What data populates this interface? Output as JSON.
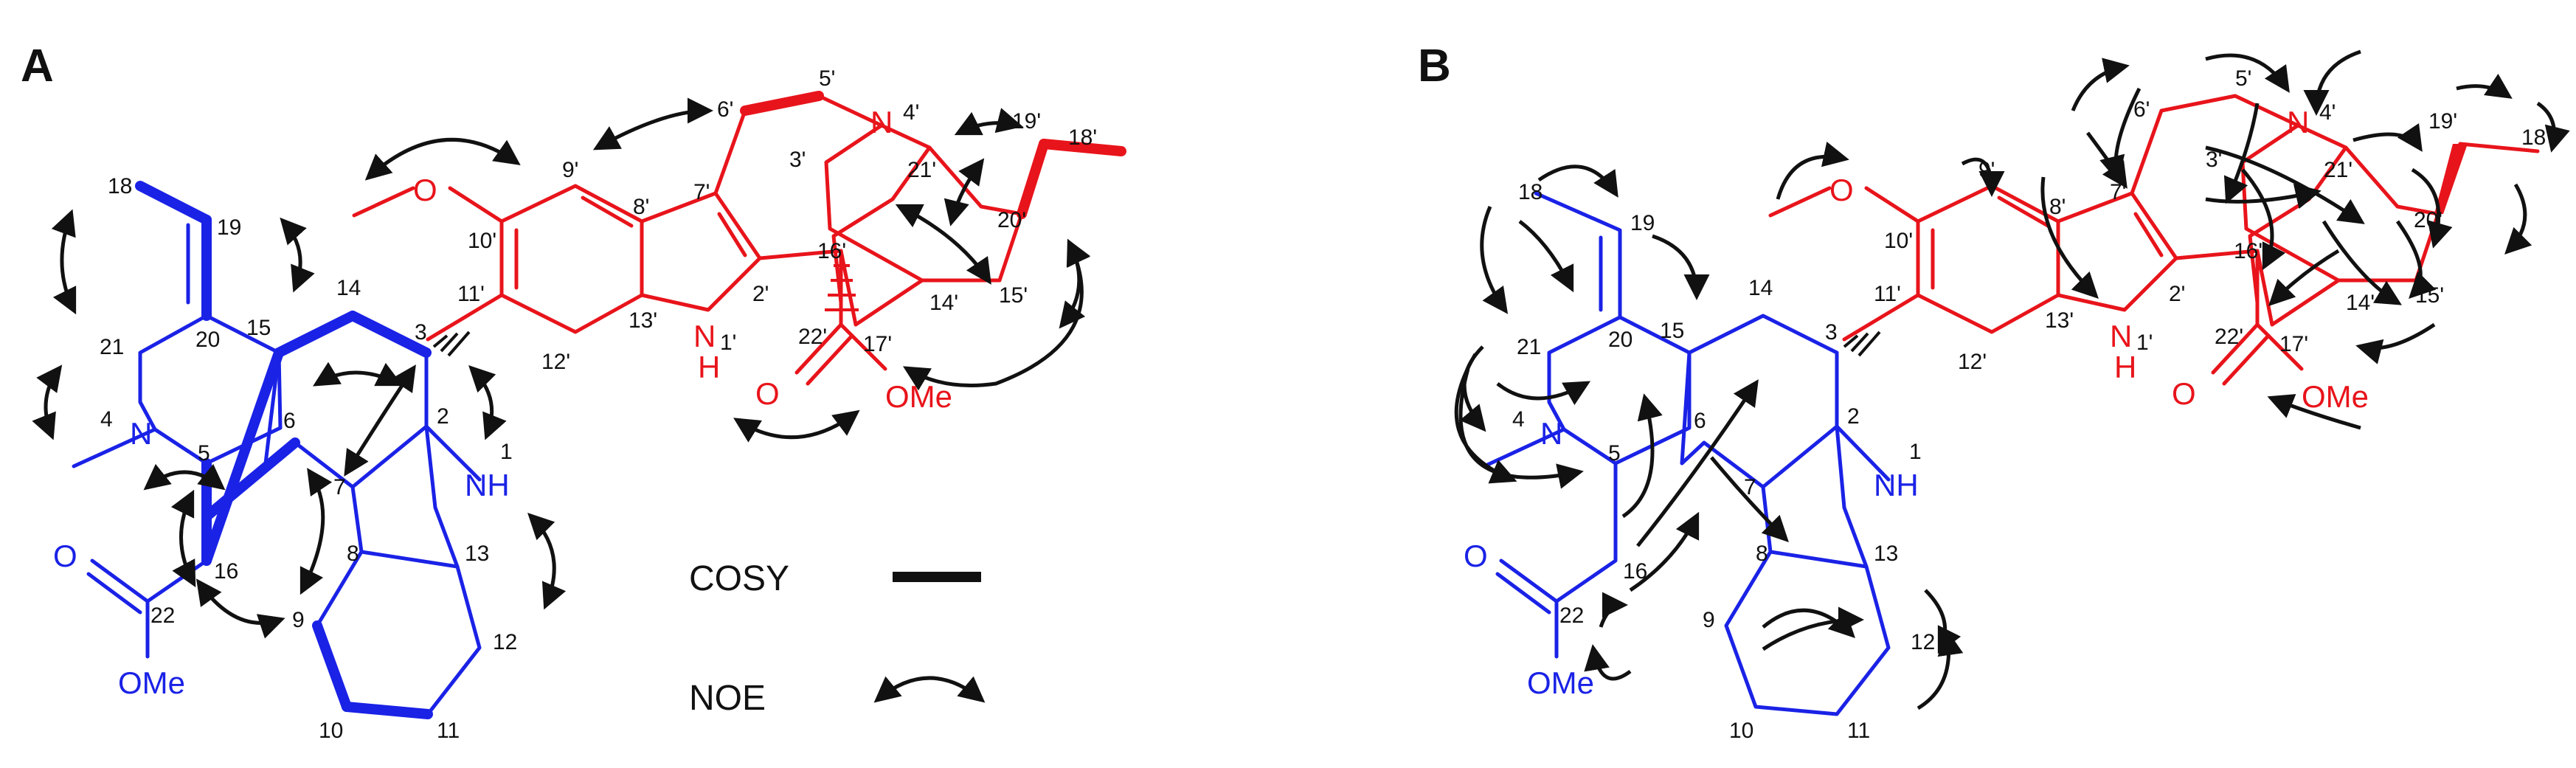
{
  "colors": {
    "blue": "#1a22e6",
    "red": "#e8141b",
    "black": "#111111"
  },
  "panels": {
    "A": {
      "letter": "A",
      "blue_atoms": {
        "nh": "NH",
        "n4": "N",
        "o_carbonyl": "O",
        "ome": "OMe"
      },
      "red_atoms": {
        "o_methoxy": "O",
        "n1p_top": "N",
        "n1p_bottom": "H",
        "n4p": "N",
        "o_carbonyl": "O",
        "ome": "OMe"
      },
      "blue_numbers": [
        "18",
        "19",
        "20",
        "21",
        "4",
        "5",
        "6",
        "14",
        "15",
        "3",
        "2",
        "1",
        "16",
        "7",
        "8",
        "9",
        "10",
        "11",
        "12",
        "13",
        "22"
      ],
      "red_numbers": [
        "10'",
        "11'",
        "12'",
        "13'",
        "9'",
        "8'",
        "7'",
        "6'",
        "5'",
        "4'",
        "3'",
        "2'",
        "1'",
        "16'",
        "21'",
        "20'",
        "19'",
        "18'",
        "14'",
        "15'",
        "17'",
        "22'"
      ]
    },
    "B": {
      "letter": "B",
      "blue_atoms": {
        "nh": "NH",
        "n4": "N",
        "o_carbonyl": "O",
        "ome": "OMe"
      },
      "red_atoms": {
        "o_methoxy": "O",
        "n1p_top": "N",
        "n1p_bottom": "H",
        "n4p": "N",
        "o_carbonyl": "O",
        "ome": "OMe"
      },
      "blue_numbers": [
        "18",
        "19",
        "20",
        "21",
        "4",
        "5",
        "6",
        "14",
        "15",
        "3",
        "2",
        "1",
        "16",
        "7",
        "8",
        "9",
        "10",
        "11",
        "12",
        "13",
        "22"
      ],
      "red_numbers": [
        "10'",
        "11'",
        "12'",
        "13'",
        "9'",
        "8'",
        "7'",
        "6'",
        "5'",
        "4'",
        "3'",
        "2'",
        "1'",
        "16'",
        "21'",
        "20'",
        "19'",
        "18'",
        "14'",
        "15'",
        "17'",
        "22'"
      ]
    }
  },
  "legend": {
    "cosy_label": "COSY",
    "noe_label": "NOE"
  }
}
